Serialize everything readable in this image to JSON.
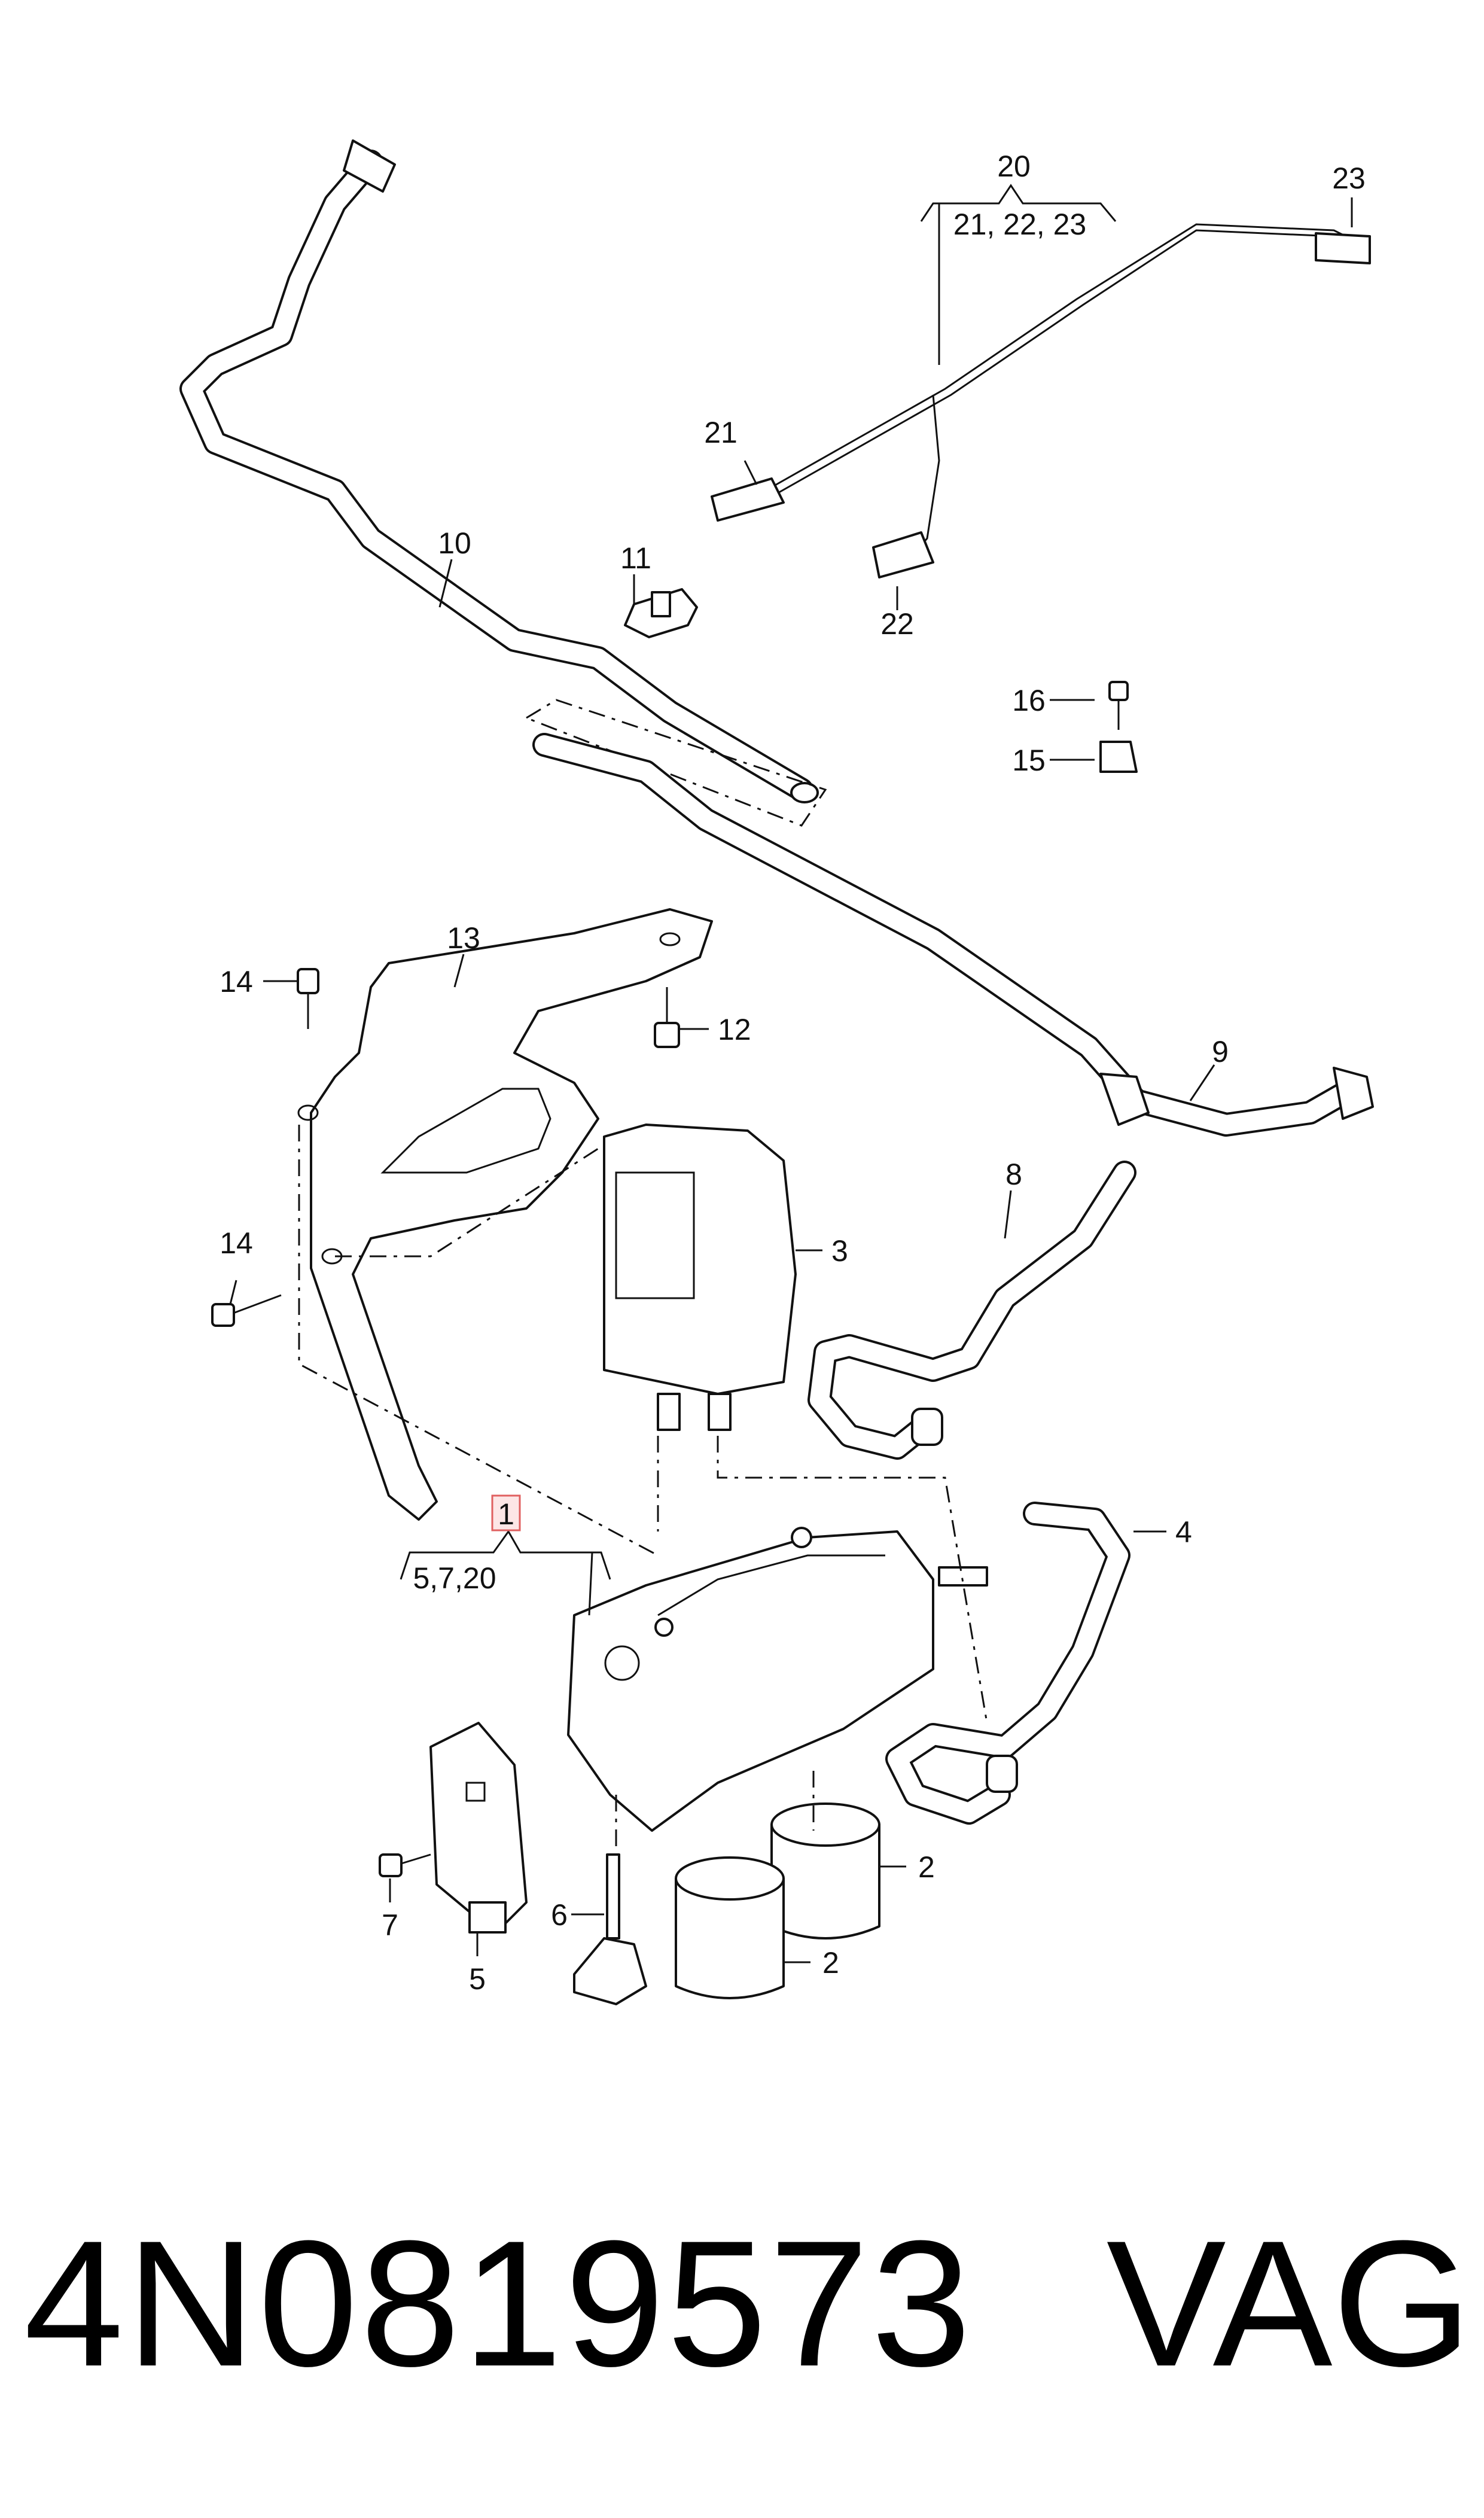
{
  "callouts": {
    "c1": "1",
    "c1_group": "5,7,20",
    "c2a": "2",
    "c2b": "2",
    "c3": "3",
    "c4": "4",
    "c5": "5",
    "c6": "6",
    "c7": "7",
    "c8": "8",
    "c9": "9",
    "c10": "10",
    "c11": "11",
    "c12": "12",
    "c13": "13",
    "c14a": "14",
    "c14b": "14",
    "c15": "15",
    "c16": "16",
    "c20": "20",
    "c20_group": "21, 22, 23",
    "c21": "21",
    "c22": "22",
    "c23": "23"
  },
  "footer": {
    "part_number": "4N0819573",
    "brand": "VAG"
  },
  "colors": {
    "ink": "#111111",
    "highlight_box": "#e06060"
  }
}
